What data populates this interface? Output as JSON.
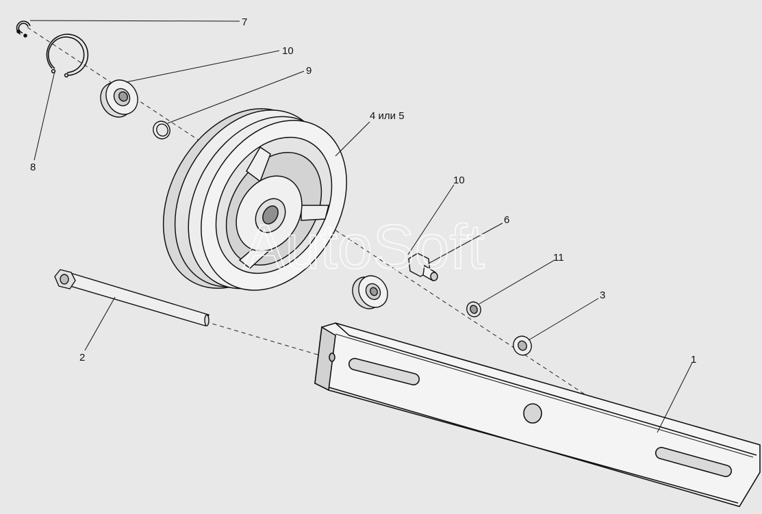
{
  "diagram": {
    "background": "#e8e8e8",
    "line_color": "#111111",
    "part_fill": "#f2f2f2",
    "shadow_fill": "#c9c9c9",
    "watermark": "AutoSoft",
    "callouts": {
      "c1": "1",
      "c2": "2",
      "c3": "3",
      "c4": "4 или 5",
      "c6": "6",
      "c7": "7",
      "c8": "8",
      "c9": "9",
      "c10a": "10",
      "c10b": "10",
      "c11": "11"
    }
  }
}
